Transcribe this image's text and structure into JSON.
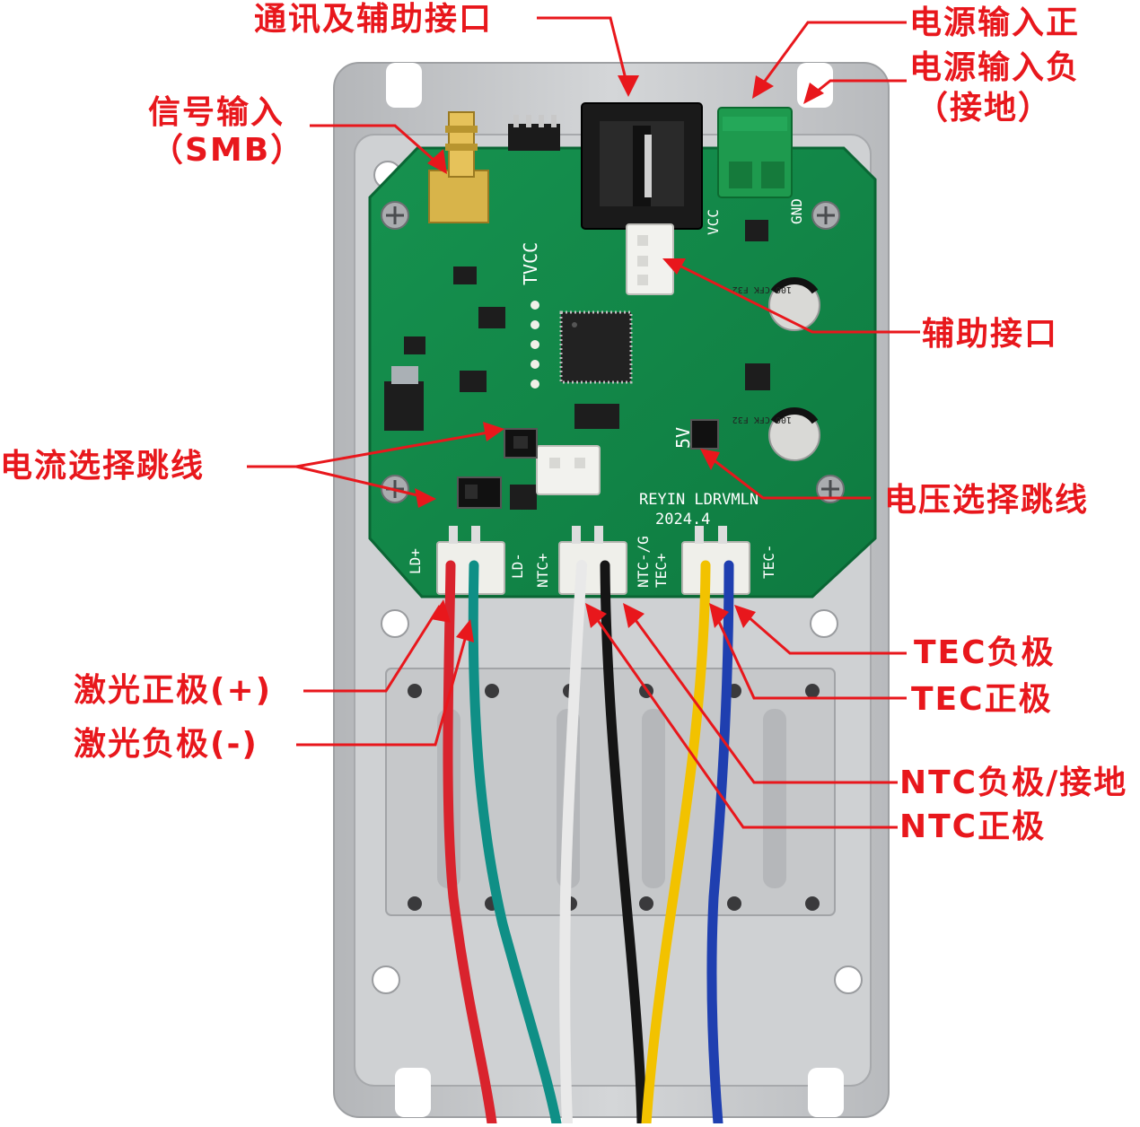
{
  "labels": {
    "comm_aux_port": "通讯及辅助接口",
    "power_in_pos": "电源输入正",
    "power_in_neg": "电源输入负",
    "power_in_neg_sub": "（接地）",
    "signal_input": "信号输入",
    "signal_input_sub": "（SMB）",
    "aux_port": "辅助接口",
    "current_jumper": "电流选择跳线",
    "voltage_jumper": "电压选择跳线",
    "tec_neg": "TEC负极",
    "tec_pos": "TEC正极",
    "laser_pos": "激光正极(+)",
    "laser_neg": "激光负极(-)",
    "ntc_neg_gnd": "NTC负极/接地",
    "ntc_pos": "NTC正极"
  },
  "silkscreen": {
    "brand": "REYIN LDRVMLN",
    "date": "2024.4",
    "ld_plus": "LD+",
    "ld_minus": "LD-",
    "ntc_plus": "NTC+",
    "ntc_minus": "NTC-/G",
    "tec_plus": "TEC+",
    "tec_minus": "TEC-",
    "tvcc": "TVCC",
    "vcc": "VCC",
    "gnd": "GND",
    "five_v": "5V",
    "cap1": "100 CFK F32",
    "cap2": "100 CFK F32"
  },
  "colors": {
    "label_red": "#e8171c",
    "pcb_green": "#12894a",
    "wire_red": "#d9232d",
    "wire_teal": "#0f8f86",
    "wire_white": "#f4f4f4",
    "wire_black": "#151515",
    "wire_yellow": "#f2c200",
    "wire_blue": "#1f3fb0",
    "terminal_green": "#1e9a4e",
    "heatsink": "#c9cbcd"
  }
}
